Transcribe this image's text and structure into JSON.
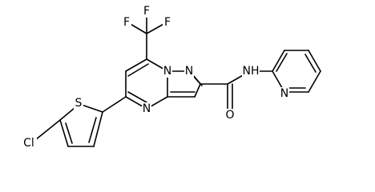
{
  "molecule": {
    "atom_labels": {
      "f_top": "F",
      "f_left": "F",
      "f_right": "F",
      "n_ring_upper_left": "N",
      "n_ring_upper_right": "N",
      "n_ring_lower": "N",
      "nh_amide": "NH",
      "o_carbonyl": "O",
      "n_pyridine": "N",
      "s_thiophene": "S",
      "cl": "Cl"
    }
  }
}
